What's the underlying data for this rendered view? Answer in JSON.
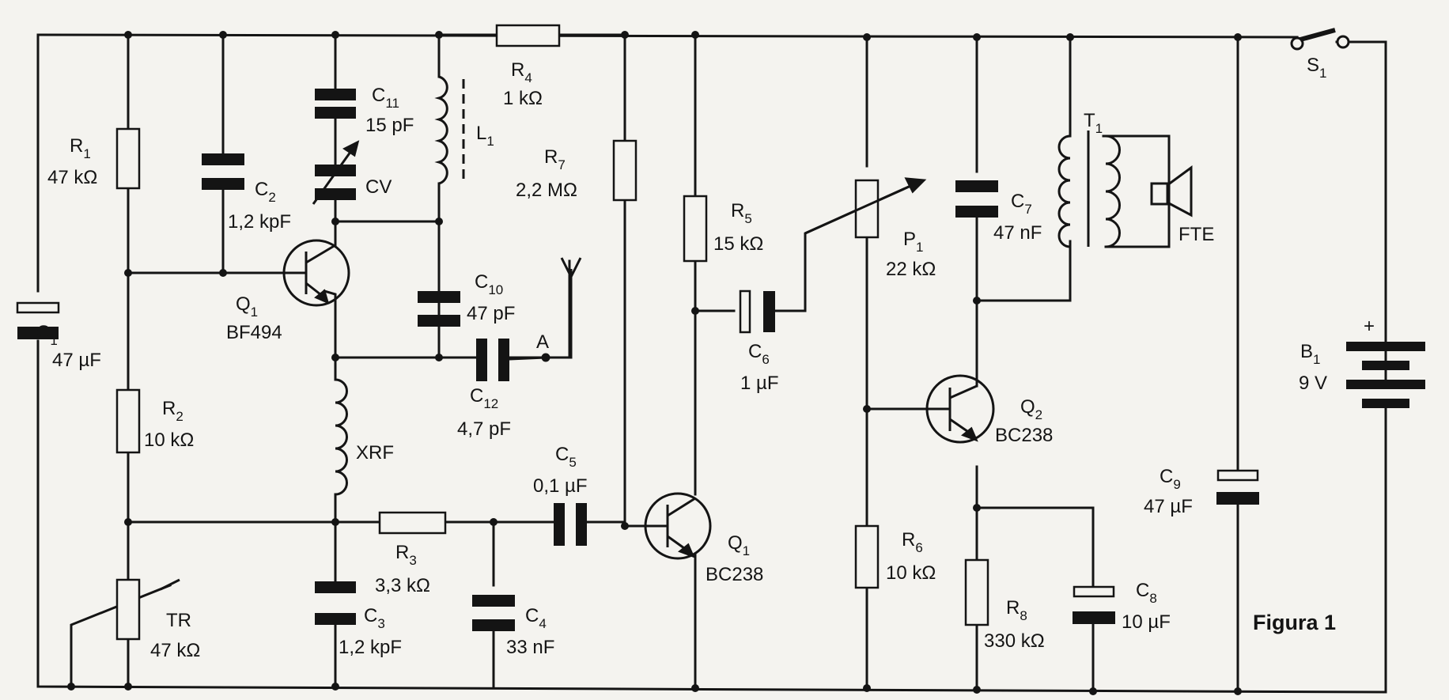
{
  "figure_caption": "Figura 1",
  "components": {
    "C1": {
      "name": "C",
      "sub": "1",
      "value": "47 µF"
    },
    "R1": {
      "name": "R",
      "sub": "1",
      "value": "47 kΩ"
    },
    "C2": {
      "name": "C",
      "sub": "2",
      "value": "1,2 kpF"
    },
    "C11": {
      "name": "C",
      "sub": "11",
      "value": "15 pF"
    },
    "CV": {
      "name": "CV"
    },
    "L1": {
      "name": "L",
      "sub": "1"
    },
    "R4": {
      "name": "R",
      "sub": "4",
      "value": "1 kΩ"
    },
    "R7": {
      "name": "R",
      "sub": "7",
      "value": "2,2 MΩ"
    },
    "Q1a": {
      "name": "Q",
      "sub": "1",
      "value": "BF494"
    },
    "C10": {
      "name": "C",
      "sub": "10",
      "value": "47 pF"
    },
    "A": {
      "name": "A"
    },
    "C12": {
      "name": "C",
      "sub": "12",
      "value": "4,7 pF"
    },
    "R2": {
      "name": "R",
      "sub": "2",
      "value": "10 kΩ"
    },
    "XRF": {
      "name": "XRF"
    },
    "C5": {
      "name": "C",
      "sub": "5",
      "value": "0,1 µF"
    },
    "R3": {
      "name": "R",
      "sub": "3",
      "value": "3,3 kΩ"
    },
    "TR": {
      "name": "TR",
      "value": "47 kΩ"
    },
    "C3": {
      "name": "C",
      "sub": "3",
      "value": "1,2 kpF"
    },
    "C4": {
      "name": "C",
      "sub": "4",
      "value": "33 nF"
    },
    "Q1b": {
      "name": "Q",
      "sub": "1",
      "value": "BC238"
    },
    "R5": {
      "name": "R",
      "sub": "5",
      "value": "15 kΩ"
    },
    "C6": {
      "name": "C",
      "sub": "6",
      "value": "1 µF"
    },
    "P1": {
      "name": "P",
      "sub": "1",
      "value": "22 kΩ"
    },
    "C7": {
      "name": "C",
      "sub": "7",
      "value": "47 nF"
    },
    "T1": {
      "name": "T",
      "sub": "1"
    },
    "FTE": {
      "name": "FTE"
    },
    "Q2": {
      "name": "Q",
      "sub": "2",
      "value": "BC238"
    },
    "R6": {
      "name": "R",
      "sub": "6",
      "value": "10 kΩ"
    },
    "R8": {
      "name": "R",
      "sub": "8",
      "value": "330 kΩ"
    },
    "C8": {
      "name": "C",
      "sub": "8",
      "value": "10 µF"
    },
    "C9": {
      "name": "C",
      "sub": "9",
      "value": "47 µF"
    },
    "S1": {
      "name": "S",
      "sub": "1"
    },
    "B1": {
      "name": "B",
      "sub": "1",
      "value": "9 V",
      "polarity": "+"
    }
  }
}
